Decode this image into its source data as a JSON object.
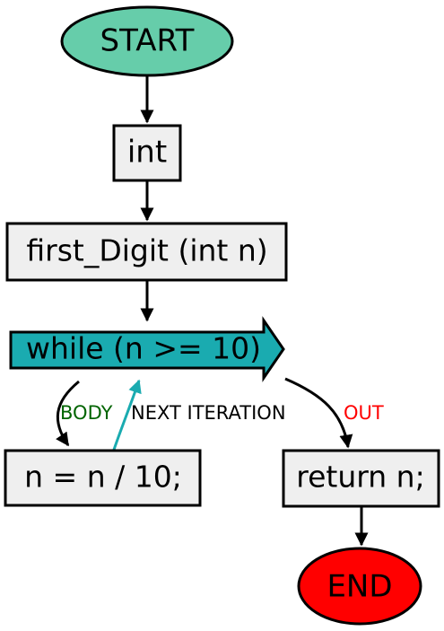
{
  "nodes": {
    "start": {
      "label": "START",
      "fill": "#66cdaa"
    },
    "type": {
      "label": "int",
      "fill": "#efefef"
    },
    "signature": {
      "label": "first_Digit (int n)",
      "fill": "#efefef"
    },
    "loop": {
      "label": "while (n >= 10)",
      "fill": "#1aabb0"
    },
    "body": {
      "label": "n = n / 10;",
      "fill": "#efefef"
    },
    "return": {
      "label": "return n;",
      "fill": "#efefef"
    },
    "end": {
      "label": "END",
      "fill": "#ff0000"
    }
  },
  "edges": {
    "body_label": {
      "text": "BODY",
      "color": "#006400"
    },
    "next_label": {
      "text": "NEXT ITERATION",
      "color": "#000000"
    },
    "out_label": {
      "text": "OUT",
      "color": "#ff0000"
    },
    "next_arrow_color": "#1aabb0"
  }
}
